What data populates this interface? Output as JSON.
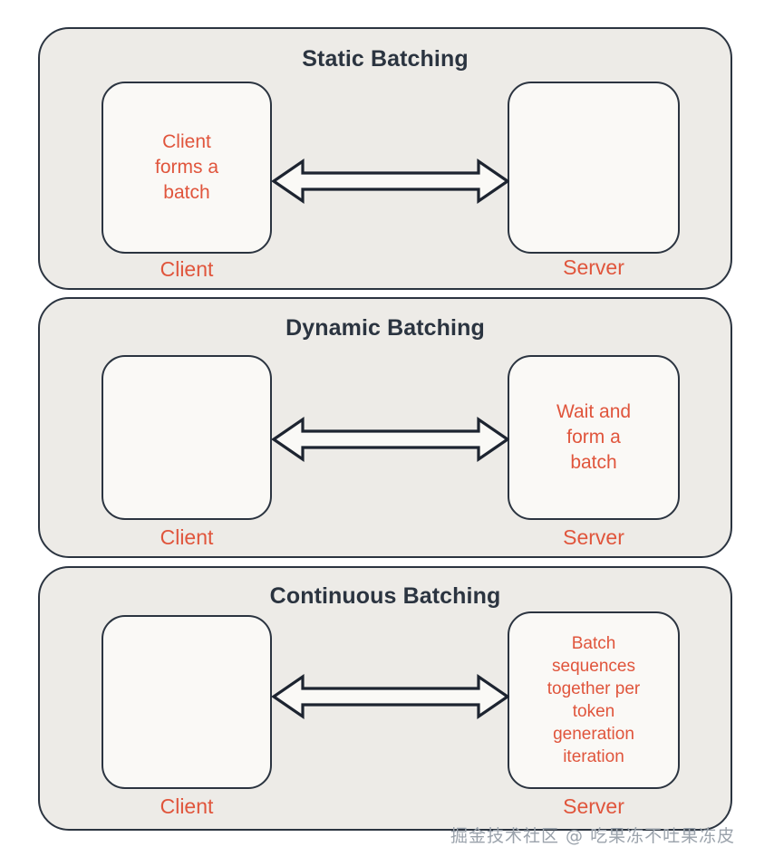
{
  "page": {
    "background_color": "#ffffff",
    "watermark": "掘金技术社区 @ 吃果冻不吐果冻皮"
  },
  "colors": {
    "panel_fill": "#edebe7",
    "node_fill": "#faf9f6",
    "stroke": "#2b3440",
    "accent_red": "#e0553c",
    "title_color": "#2b3440",
    "watermark_color": "#9aa2ab"
  },
  "panels": [
    {
      "title": "Static Batching",
      "left_node": {
        "text": "Client\nforms a\nbatch",
        "label": "Client"
      },
      "right_node": {
        "text": "",
        "label": "Server"
      },
      "connector": "double-headed-arrow"
    },
    {
      "title": "Dynamic Batching",
      "left_node": {
        "text": "",
        "label": "Client"
      },
      "right_node": {
        "text": "Wait and\nform a\nbatch",
        "label": "Server"
      },
      "connector": "double-headed-arrow"
    },
    {
      "title": "Continuous Batching",
      "left_node": {
        "text": "",
        "label": "Client"
      },
      "right_node": {
        "text": "Batch\nsequences\ntogether per\ntoken\ngeneration\niteration",
        "label": "Server"
      },
      "connector": "double-headed-arrow"
    }
  ]
}
